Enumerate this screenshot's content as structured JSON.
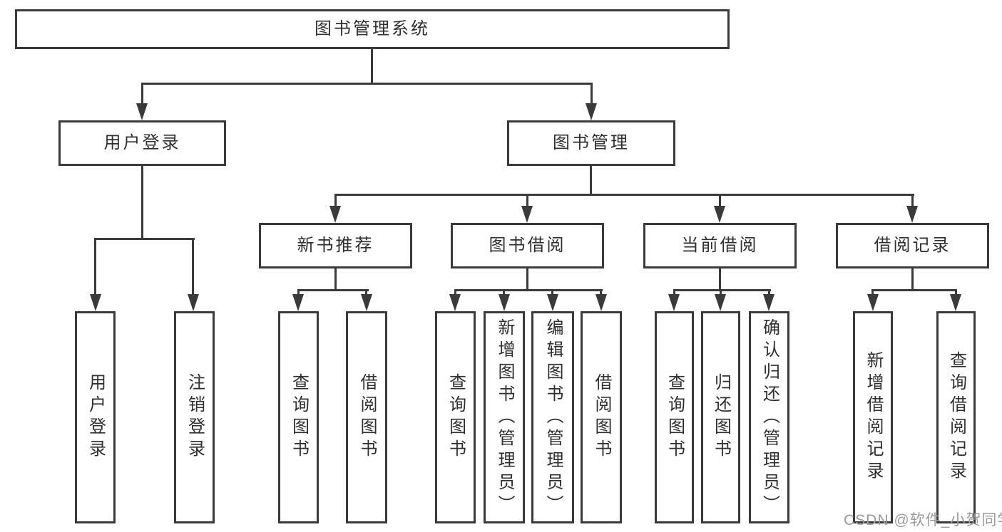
{
  "diagram": {
    "title_node": {
      "label": "图书管理系统"
    },
    "level1": [
      {
        "label": "用户登录"
      },
      {
        "label": "图书管理"
      }
    ],
    "level2": [
      {
        "label": "新书推荐"
      },
      {
        "label": "图书借阅"
      },
      {
        "label": "当前借阅"
      },
      {
        "label": "借阅记录"
      }
    ],
    "leaves": [
      {
        "label": "用户登录"
      },
      {
        "label": "注销登录"
      },
      {
        "label": "查询图书"
      },
      {
        "label": "借阅图书"
      },
      {
        "label": "查询图书"
      },
      {
        "label": "新增图书（管理员）"
      },
      {
        "label": "编辑图书（管理员）"
      },
      {
        "label": "借阅图书"
      },
      {
        "label": "查询图书"
      },
      {
        "label": "归还图书"
      },
      {
        "label": "确认归还（管理员）"
      },
      {
        "label": "新增借阅记录"
      },
      {
        "label": "查询借阅记录"
      }
    ]
  },
  "watermark": {
    "text": "CSDN @软件_小贺同学",
    "color": "#9b9b9b"
  },
  "colors": {
    "line": "#3a3a3a",
    "text": "#2f2f2f",
    "background": "#ffffff"
  }
}
